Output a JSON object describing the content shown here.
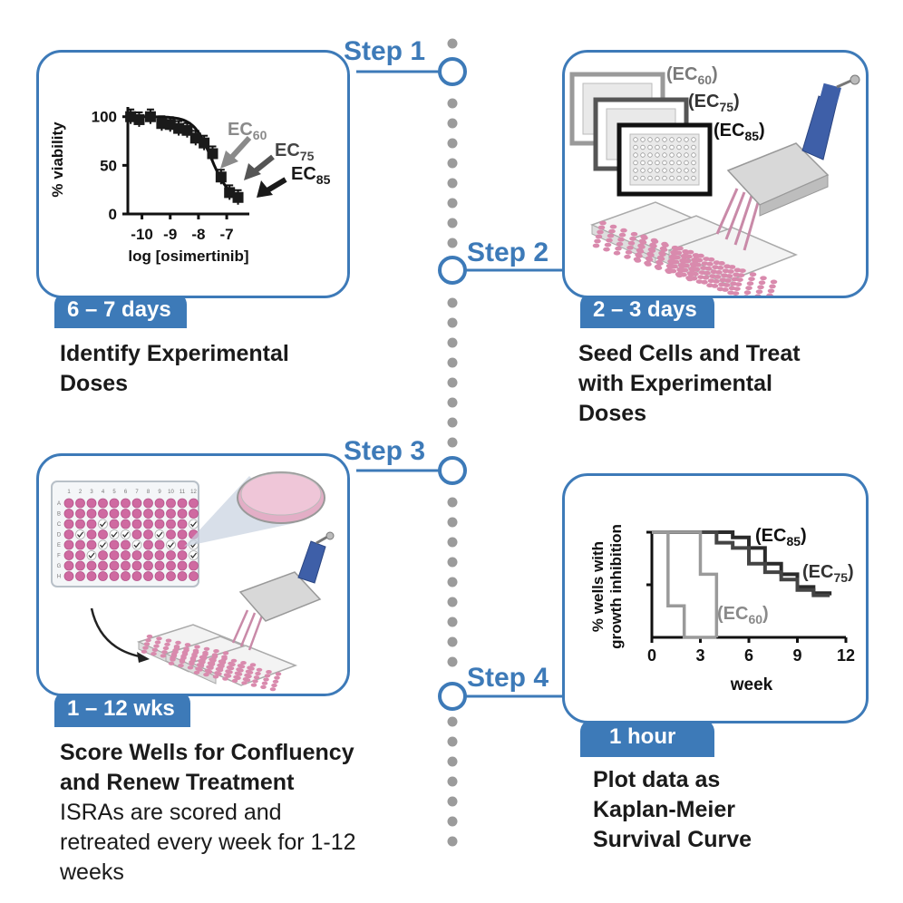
{
  "steps": [
    {
      "label": "Step 1",
      "duration": "6 – 7 days",
      "title": "Identify Experimental Doses"
    },
    {
      "label": "Step 2",
      "duration": "2 – 3 days",
      "title_lines": [
        "Seed Cells and Treat",
        "with Experimental",
        "Doses"
      ]
    },
    {
      "label": "Step 3",
      "duration": "1 – 12 wks",
      "title_lines": [
        "Score Wells for Confluency",
        "and Renew Treatment"
      ],
      "description_lines": [
        "ISRAs are scored and",
        "retreated every week for 1-12",
        "weeks"
      ]
    },
    {
      "label": "Step 4",
      "duration": "1 hour",
      "title_lines": [
        "Plot data as",
        "Kaplan-Meier",
        "Survival Curve"
      ]
    }
  ],
  "step1_lines": [
    "Identify Experimental",
    "Doses"
  ],
  "dose_chart": {
    "ylabel": "% viability",
    "xlabel": "log [osimertinib]",
    "yticks": [
      "100",
      "50",
      "0"
    ],
    "xticks": [
      "-10",
      "-9",
      "-8",
      "-7"
    ],
    "annotations": [
      {
        "base": "EC",
        "sub": "60",
        "color": "#8a8a8a"
      },
      {
        "base": "EC",
        "sub": "75",
        "color": "#444444"
      },
      {
        "base": "EC",
        "sub": "85",
        "color": "#1a1a1a"
      }
    ]
  },
  "plate_labels": [
    {
      "text": "(EC",
      "sub": "60",
      "close": ")"
    },
    {
      "text": "(EC",
      "sub": "75",
      "close": ")"
    },
    {
      "text": "(EC",
      "sub": "85",
      "close": ")"
    }
  ],
  "plate_row_letters": [
    "A",
    "B",
    "C",
    "D",
    "E",
    "F",
    "G",
    "H"
  ],
  "plate_col_numbers": [
    "1",
    "2",
    "3",
    "4",
    "5",
    "6",
    "7",
    "8",
    "9",
    "10",
    "11",
    "12"
  ],
  "km_chart": {
    "ylabel_lines": [
      "% wells with",
      "growth inhibition"
    ],
    "xlabel": "week",
    "xticks": [
      "0",
      "3",
      "6",
      "9",
      "12"
    ],
    "series_labels": [
      {
        "text": "(EC",
        "sub": "85",
        "close": ")"
      },
      {
        "text": "(EC",
        "sub": "75",
        "close": ")"
      },
      {
        "text": "(EC",
        "sub": "60",
        "close": ")"
      }
    ]
  },
  "chart_data": [
    {
      "type": "scatter",
      "title": "",
      "xlabel": "log [osimertinib]",
      "ylabel": "% viability",
      "xlim": [
        -10.5,
        -6.2
      ],
      "ylim": [
        0,
        110
      ],
      "x": [
        -10.4,
        -10.1,
        -9.7,
        -9.3,
        -9.0,
        -8.7,
        -8.4,
        -8.1,
        -7.8,
        -7.5,
        -7.2,
        -6.9,
        -6.6
      ],
      "y": [
        100,
        97,
        100,
        93,
        92,
        88,
        86,
        78,
        73,
        62,
        38,
        22,
        17
      ],
      "series": [
        {
          "name": "",
          "values": [
            100,
            97,
            100,
            93,
            92,
            88,
            86,
            78,
            73,
            62,
            38,
            22,
            17
          ]
        }
      ],
      "grid": false
    },
    {
      "type": "line",
      "title": "",
      "xlabel": "week",
      "ylabel": "% wells with growth inhibition",
      "xlim": [
        0,
        12
      ],
      "ylim": [
        0,
        100
      ],
      "series": [
        {
          "name": "(EC85)",
          "x": [
            0,
            4,
            5,
            6,
            7,
            8,
            9,
            10,
            11
          ],
          "y": [
            100,
            100,
            95,
            85,
            70,
            60,
            48,
            42,
            40
          ]
        },
        {
          "name": "(EC75)",
          "x": [
            0,
            3,
            4,
            5,
            6,
            7,
            8,
            9,
            10,
            11
          ],
          "y": [
            100,
            100,
            90,
            85,
            70,
            62,
            55,
            45,
            40,
            40
          ]
        },
        {
          "name": "(EC60)",
          "x": [
            0,
            1,
            2,
            3,
            4
          ],
          "y": [
            100,
            30,
            0,
            0,
            0
          ]
        },
        {
          "name": "",
          "x": [
            0,
            2,
            3,
            4
          ],
          "y": [
            100,
            100,
            60,
            0
          ]
        }
      ]
    }
  ]
}
